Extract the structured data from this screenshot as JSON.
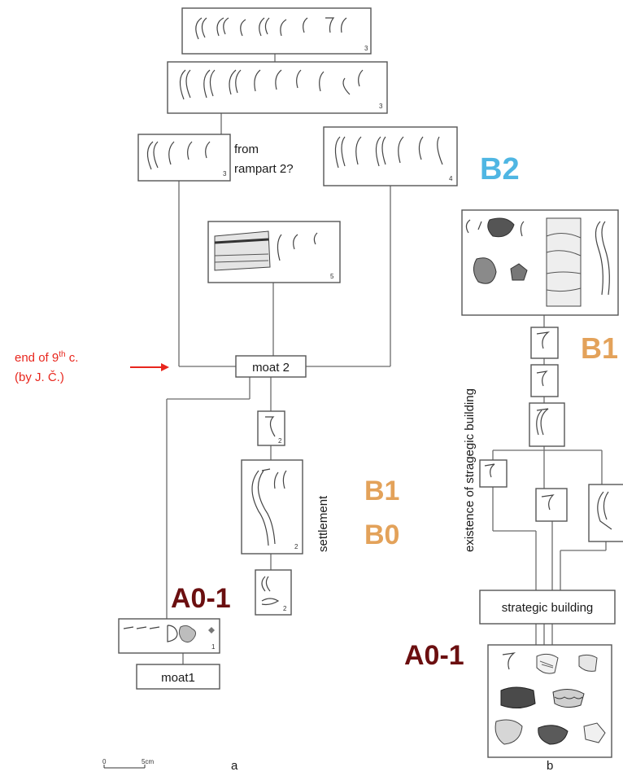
{
  "labels": {
    "from_rampart_line1": "from",
    "from_rampart_line2": "rampart 2?",
    "end_note_line1": "end of 9",
    "end_note_sup": "th",
    "end_note_tail": " c.",
    "end_note_line2": "(by J. Č.)",
    "moat2": "moat 2",
    "moat1": "moat1",
    "settlement": "settlement",
    "existence": "existence of stragegic building",
    "strategic_building": "strategic building",
    "panel_a": "a",
    "panel_b": "b",
    "scale_zero": "0",
    "scale_five": "5cm"
  },
  "phases": {
    "b2": "B2",
    "b1_right": "B1",
    "b1_mid": "B1",
    "b0": "B0",
    "a01_left": "A0-1",
    "a01_right": "A0-1"
  },
  "box_numbers": {
    "top1": "3",
    "top2": "3",
    "row3_left": "3",
    "row3_right": "4",
    "mid": "5",
    "s1": "2",
    "s2": "2",
    "s3": "2",
    "bottom_left": "1"
  },
  "colors": {
    "red": "#e8261d",
    "blue": "#4fb6e3",
    "orange": "#e3a25a",
    "maroon": "#6b0f10",
    "line": "#6b6b6b"
  }
}
